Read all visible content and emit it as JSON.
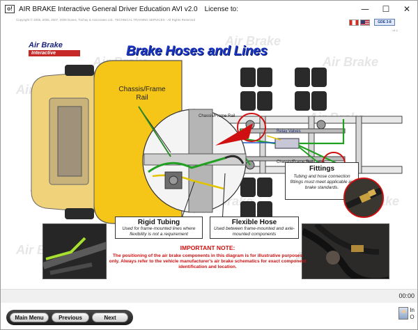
{
  "window": {
    "title": "AIR BRAKE Interactive General Driver Education AVI v2.0",
    "license_label": "License to:",
    "minimize": "—",
    "maximize": "☐",
    "close": "✕"
  },
  "header": {
    "copyright": "Copyright © 2005, 2006, 2007, 2008  Dunes, Tochay & Associates Ltd., TECHNICAL TRAINING SERVICES - All Rights Reserved",
    "badge": "GDE 3-8",
    "version": "v1.1"
  },
  "logo": {
    "top": "Air Brake",
    "bar": "Interactive"
  },
  "watermark_text": "Air Brake",
  "page": {
    "title": "Brake Hoses and Lines"
  },
  "diagram": {
    "chassis_big": [
      "Chassis/Frame",
      "Rail"
    ],
    "chassis_top": "Chassis/Frame Rail",
    "chassis_bottom": "Chassis/Frame Rail",
    "relay_valves": "Relay Valves",
    "callouts": {
      "fittings": {
        "title": "Fittings",
        "desc": "Tubing and hose connection fittings must meet applicable air brake standards."
      },
      "rigid": {
        "title": "Rigid Tubing",
        "desc": "Used for frame-mounted lines where flexibility is not a requirement"
      },
      "flexible": {
        "title": "Flexible Hose",
        "desc": "Used between frame-mounted and axle-mounted components"
      }
    }
  },
  "note": {
    "title": "IMPORTANT NOTE:",
    "body": "The positioning of the air brake components in this diagram is for illustrative purposes only.  Always refer to the vehicle manufacturer's air brake schematics for exact component identification and location."
  },
  "status": {
    "timer": "00:00"
  },
  "nav": {
    "main_menu": "Main Menu",
    "previous": "Previous",
    "next": "Next"
  },
  "user": {
    "line1": "In",
    "line2": "O"
  },
  "colors": {
    "title_blue": "#1a35c6",
    "note_red": "#d01010",
    "cab_yellow": "#f5c518",
    "line_green": "#22a022"
  }
}
